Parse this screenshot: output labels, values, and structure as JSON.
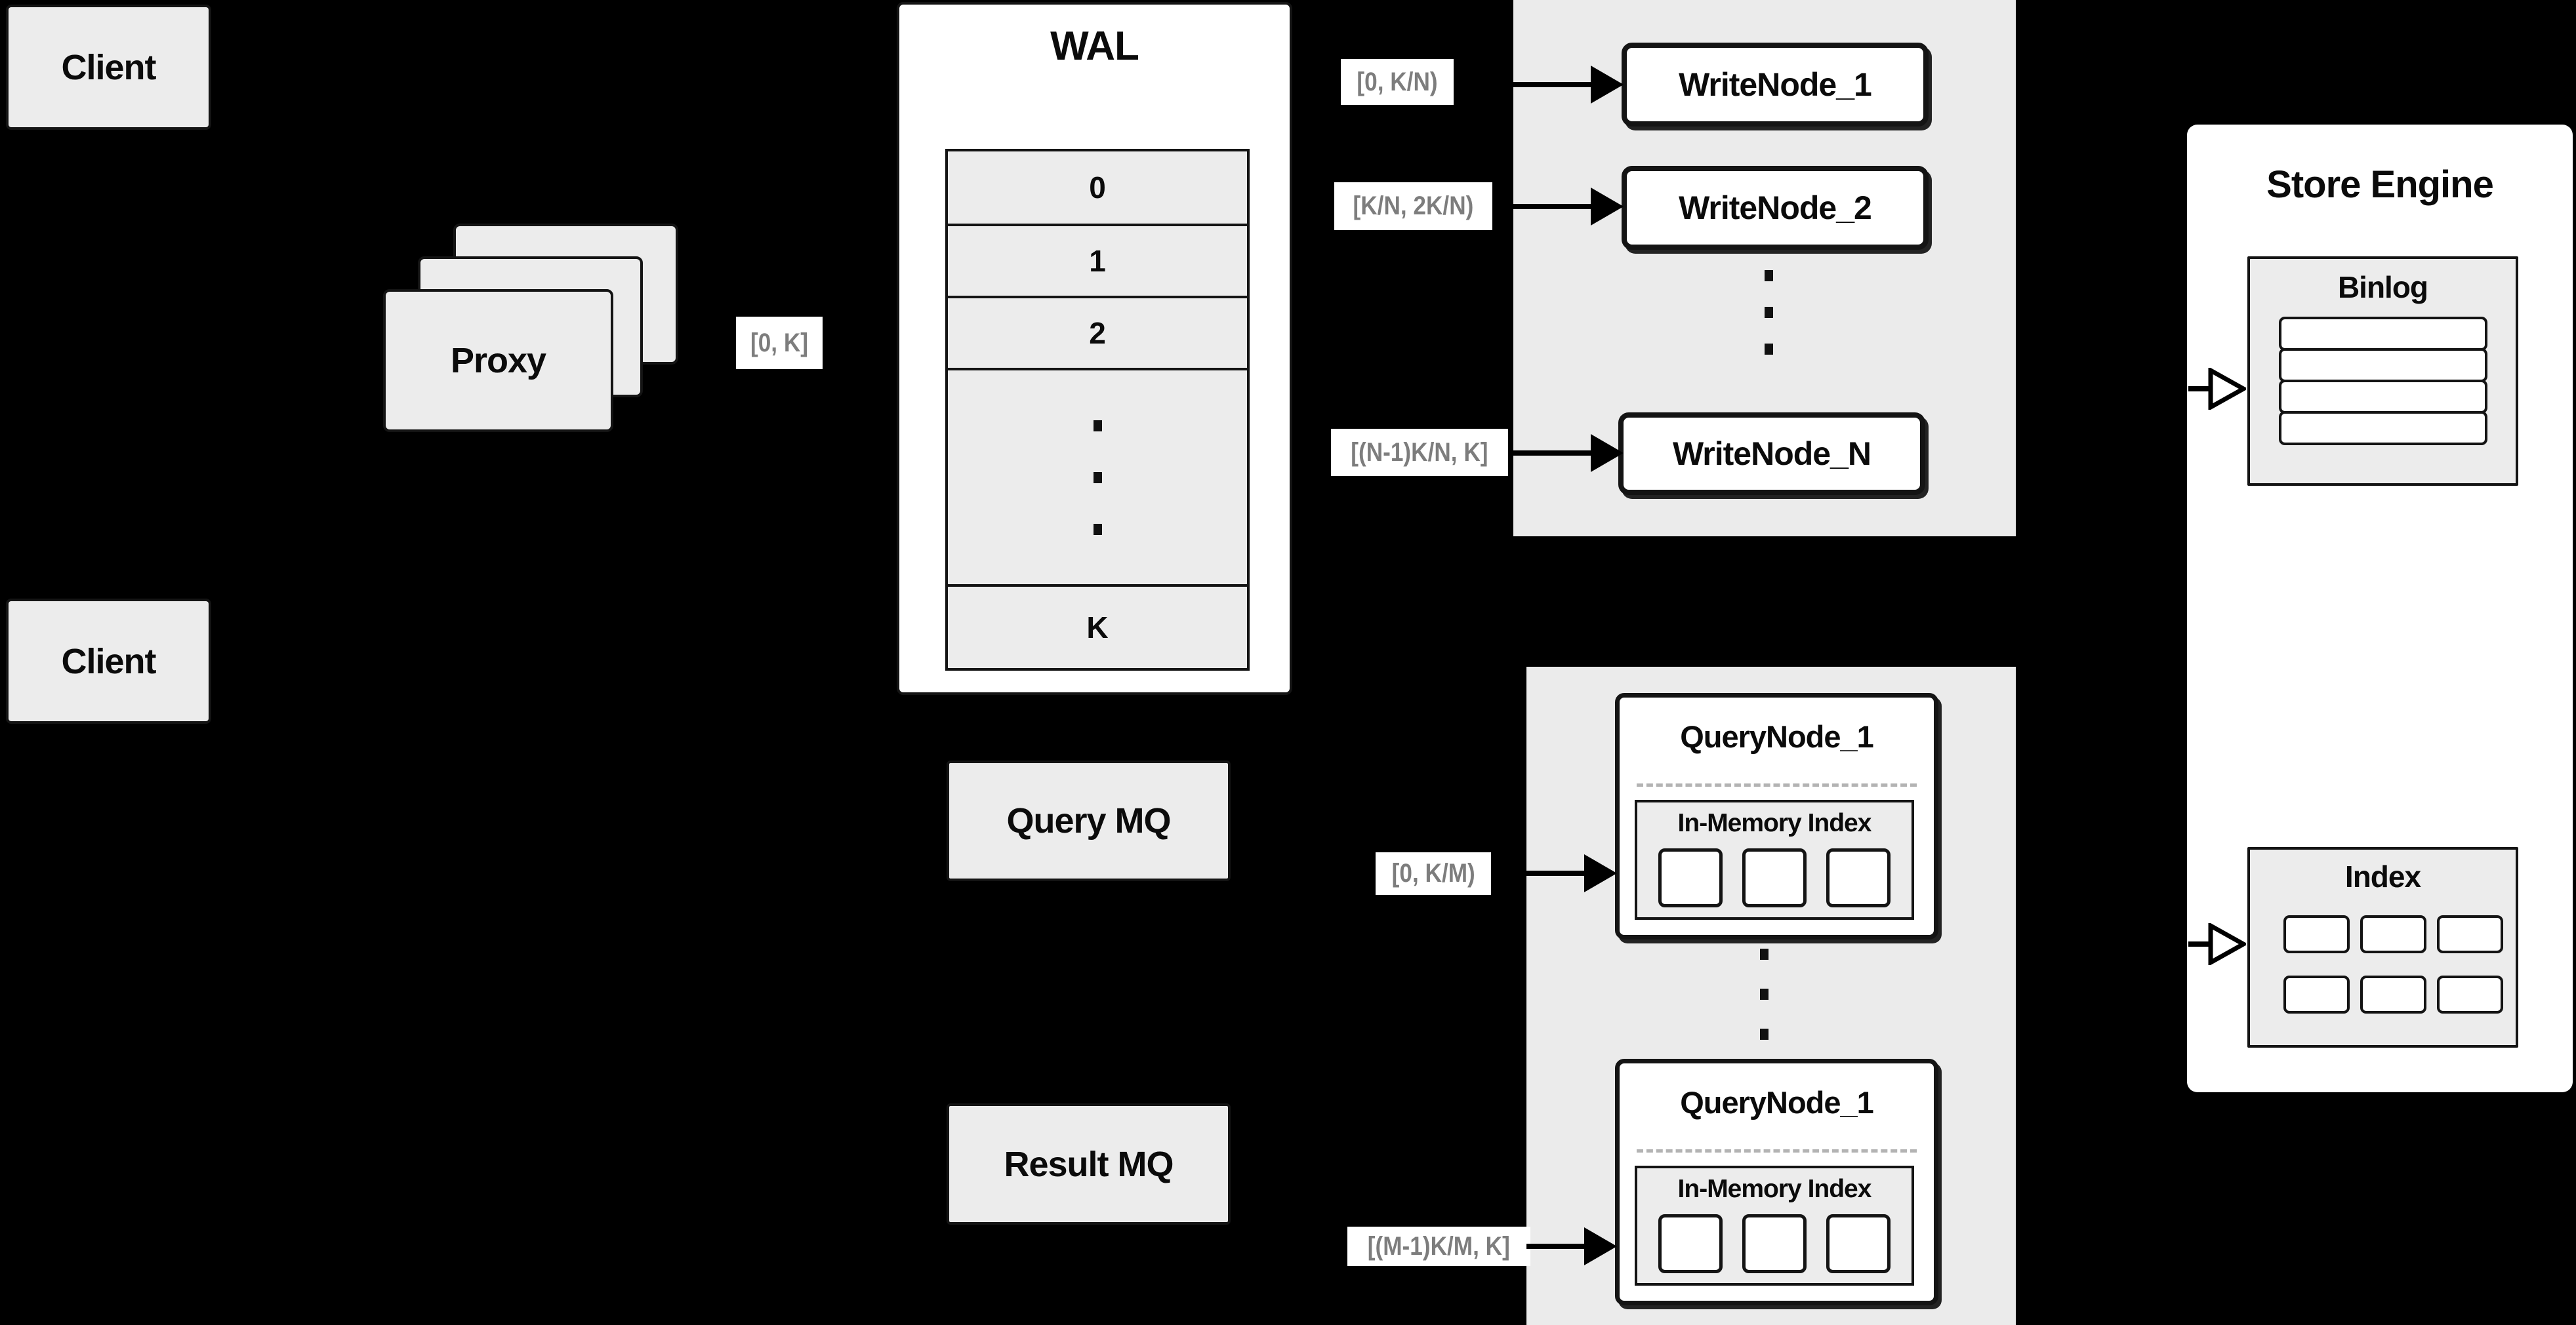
{
  "colors": {
    "background": "#000000",
    "panel_gray": "#ebebeb",
    "box_gray": "#ececec",
    "box_white": "#ffffff",
    "border": "#141414",
    "range_label_text": "#7d7d7d",
    "dashed_divider": "#b3b3b3"
  },
  "clients": {
    "top": "Client",
    "bottom": "Client"
  },
  "proxy": {
    "label": "Proxy",
    "range_label": "[0, K]"
  },
  "wal": {
    "title": "WAL",
    "rows": [
      "0",
      "1",
      "2"
    ],
    "last_row": "K"
  },
  "write_nodes": {
    "nodes": [
      {
        "range": "[0, K/N)",
        "name": "WriteNode_1"
      },
      {
        "range": "[K/N, 2K/N)",
        "name": "WriteNode_2"
      },
      {
        "range": "[(N-1)K/N, K]",
        "name": "WriteNode_N"
      }
    ]
  },
  "mq": {
    "query": "Query MQ",
    "result": "Result MQ"
  },
  "query_nodes": {
    "top": {
      "range": "[0, K/M)",
      "name": "QueryNode_1",
      "index_title": "In-Memory Index"
    },
    "bottom": {
      "range": "[(M-1)K/M, K]",
      "name": "QueryNode_1",
      "index_title": "In-Memory Index"
    }
  },
  "store_engine": {
    "title": "Store Engine",
    "binlog_title": "Binlog",
    "index_title": "Index"
  }
}
